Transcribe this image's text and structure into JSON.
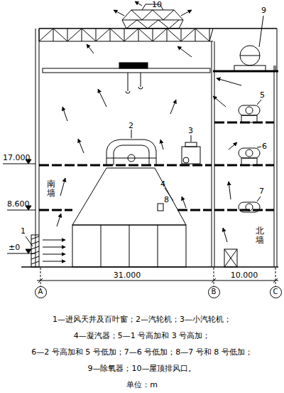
{
  "diagram": {
    "nodes": [
      {
        "text": [
          "A"
        ]
      },
      {
        "text": [
          "B"
        ]
      },
      {
        "text": [
          "C"
        ]
      }
    ],
    "labels": [
      "10",
      "9",
      "5",
      "2",
      "3",
      "6",
      "4",
      "8",
      "7",
      "1",
      "17.000",
      "8.600",
      "±0",
      "南墙",
      "北墙",
      "31.000",
      "10.000",
      "1—进风天井及百叶窗；2—汽轮机；3—小汽轮机；",
      "4—凝汽器；5—1 号高加和 3 号高加；",
      "6—2 号高加和 5 号低加；7—6 号低加；8—7 号和 8 号低加；",
      "9—除氧器；10—屋顶排风口。",
      "单位：m"
    ]
  }
}
